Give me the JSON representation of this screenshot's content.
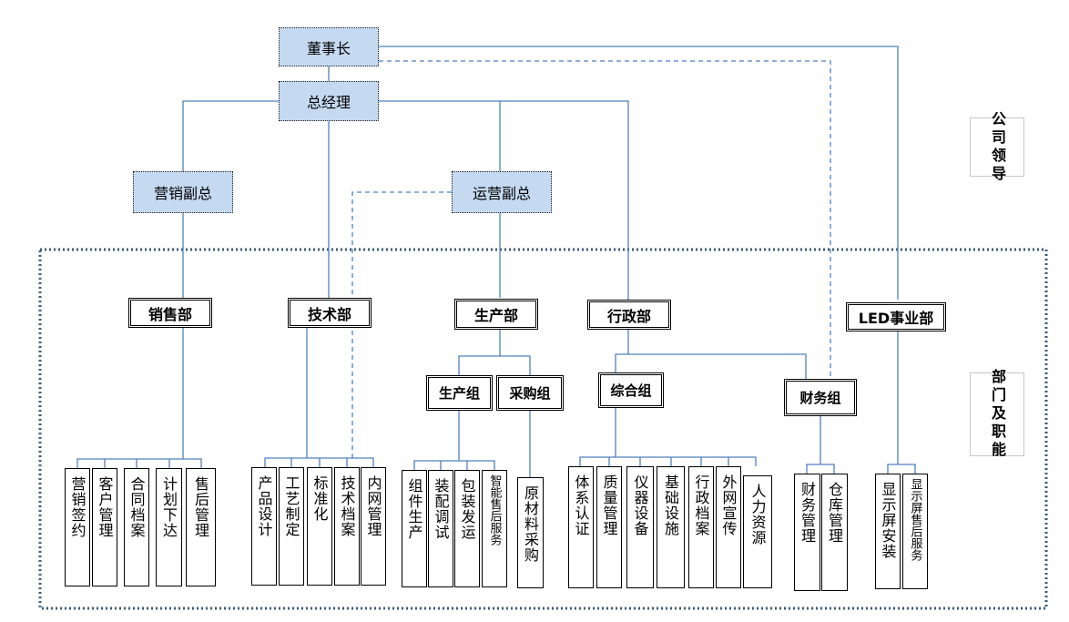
{
  "leaders": {
    "chairman": "董事长",
    "general_manager": "总经理",
    "vp_marketing": "营销副总",
    "vp_operations": "运营副总"
  },
  "side_labels": {
    "company_leadership": "公司领导",
    "departments_functions": "部门及职能"
  },
  "departments": {
    "sales": "销售部",
    "tech": "技术部",
    "production": "生产部",
    "admin": "行政部",
    "led": "LED事业部"
  },
  "groups": {
    "production_group": "生产组",
    "purchasing_group": "采购组",
    "general_group": "综合组",
    "finance_group": "财务组"
  },
  "functions": {
    "sales": [
      "营销签约",
      "客户管理",
      "合同档案",
      "计划下达",
      "售后管理"
    ],
    "tech": [
      "产品设计",
      "工艺制定",
      "标准化",
      "技术档案",
      "内网管理"
    ],
    "production_group": [
      "组件生产",
      "装配调试",
      "包装发运",
      "智能售后服务"
    ],
    "purchasing_group": [
      "原材料采购"
    ],
    "general_group": [
      "体系认证",
      "质量管理",
      "仪器设备",
      "基础设施",
      "行政档案",
      "外网宣传",
      "人力资源"
    ],
    "finance_group": [
      "财务管理",
      "仓库管理"
    ],
    "led": [
      "显示屏安装",
      "显示屏售后服务"
    ]
  },
  "colors": {
    "leader_fill": "#c5d9f1",
    "line": "#4f81bd",
    "dept_frame": "#3a5a78"
  }
}
